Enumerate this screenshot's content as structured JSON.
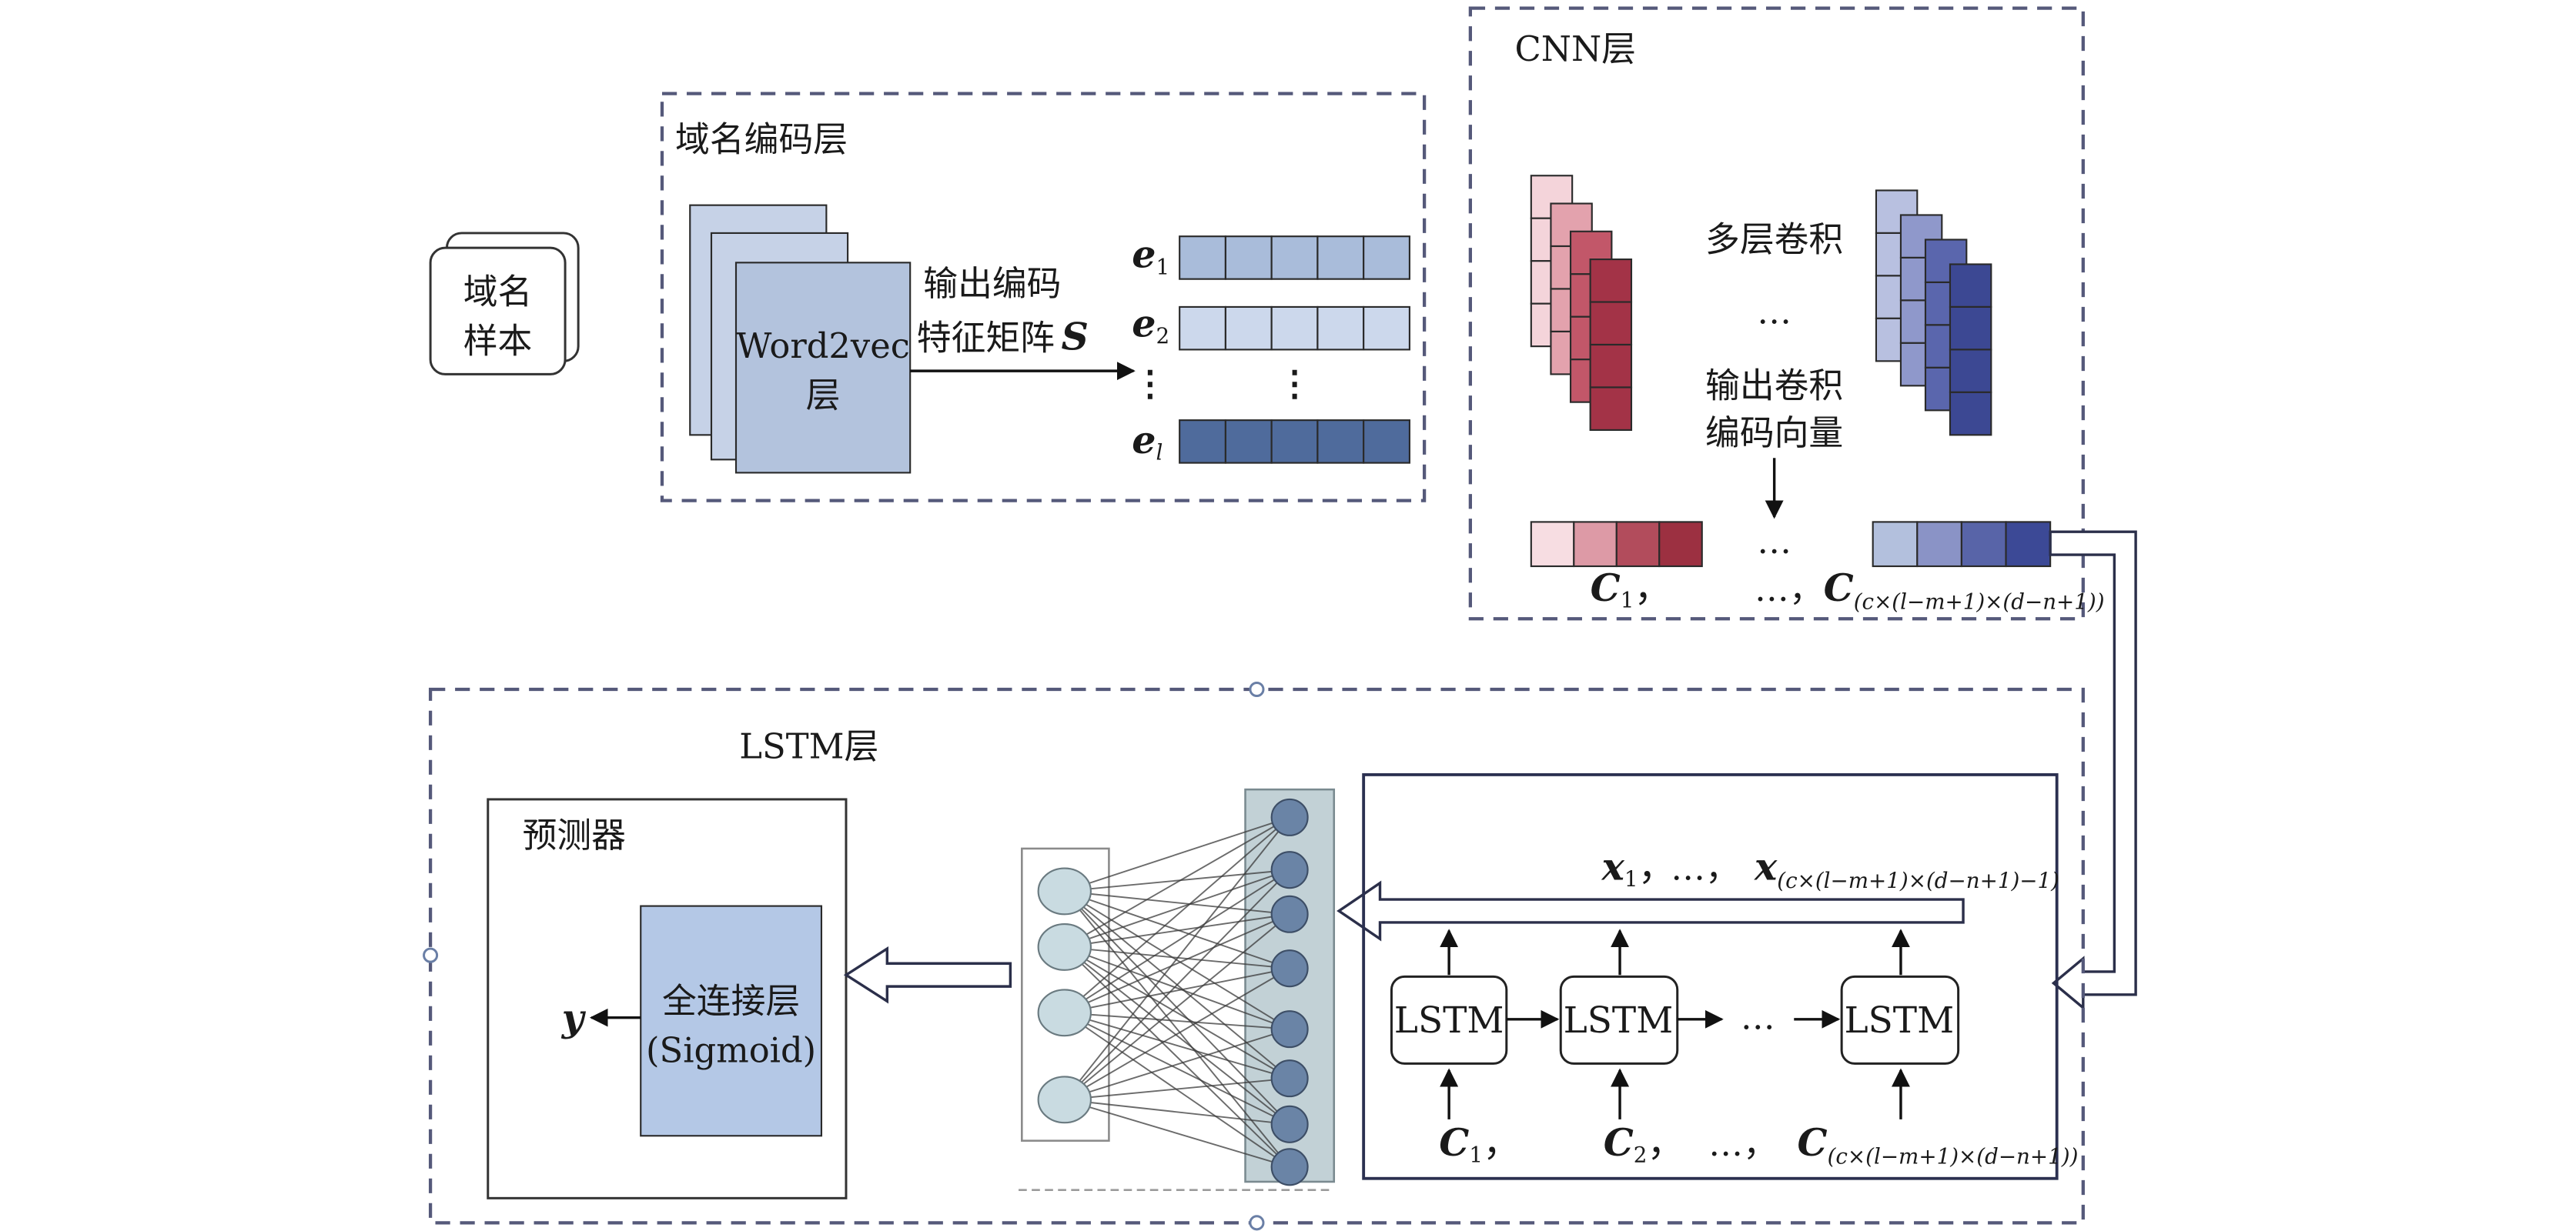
{
  "sample": {
    "line1": "域名",
    "line2": "样本"
  },
  "encoding_layer": {
    "title": "域名编码层",
    "word2vec": {
      "line1": "Word2vec",
      "line2": "层"
    },
    "arrow_label": {
      "line1": "输出编码",
      "line2": "特征矩阵",
      "symbol": "S"
    },
    "vectors": [
      {
        "symbol": "e",
        "subscript": "1"
      },
      {
        "symbol": "e",
        "subscript": "2"
      },
      {
        "symbol": "e",
        "subscript": "l"
      }
    ],
    "ellipsis": "⋮"
  },
  "cnn_layer": {
    "title": "CNN层",
    "multi_conv": "多层卷积",
    "ellipsis": "…",
    "output_label": {
      "line1": "输出卷积",
      "line2": "编码向量"
    },
    "row_ellipsis": "…",
    "labels": {
      "first": {
        "symbol": "C",
        "subscript": "1",
        "suffix": "，"
      },
      "middle": "…，",
      "last": {
        "symbol": "C",
        "subscript": "(c×(l−m+1)×(d−n+1))"
      }
    }
  },
  "lstm_layer": {
    "title": "LSTM层",
    "predictor": {
      "title": "预测器",
      "fc_line1": "全连接层",
      "fc_line2": "(Sigmoid)",
      "output": "y"
    },
    "outputs": {
      "first": {
        "symbol": "x",
        "subscript": "1",
        "suffix": "，"
      },
      "middle": "…，",
      "last": {
        "symbol": "x",
        "subscript": "(c×(l−m+1)×(d−n+1)−1)"
      }
    },
    "cells": [
      "LSTM",
      "LSTM",
      "LSTM"
    ],
    "cell_ellipsis": "…",
    "inputs": {
      "first": {
        "symbol": "C",
        "subscript": "1",
        "suffix": "，"
      },
      "second": {
        "symbol": "C",
        "subscript": "2",
        "suffix": "，"
      },
      "middle": "…，",
      "last": {
        "symbol": "C",
        "subscript": "(c×(l−m+1)×(d−n+1))"
      }
    }
  },
  "colors": {
    "word2vec_back": "#c6d2e7",
    "word2vec_front": "#b3c3dd",
    "vector_rows": [
      "#a9bcda",
      "#ccd8ec",
      "#4f6b9c"
    ],
    "red_stack": [
      "#f4d4da",
      "#e3a2ad",
      "#c25769",
      "#a33347"
    ],
    "blue_stack": [
      "#b8c0e0",
      "#8f98cb",
      "#5a66ad",
      "#3c4893"
    ],
    "red_vector": [
      "#f7dde2",
      "#dd9aa6",
      "#b24c5c",
      "#9c3041"
    ],
    "blue_vector": [
      "#b3c0dd",
      "#8a93c6",
      "#5864a8",
      "#3c4996"
    ],
    "fc_layer": "#b4c8e6",
    "nn_left_node": "#c9dbe1",
    "nn_right_node": "#6a84a6",
    "nn_right_panel": "#c2d1d6"
  }
}
